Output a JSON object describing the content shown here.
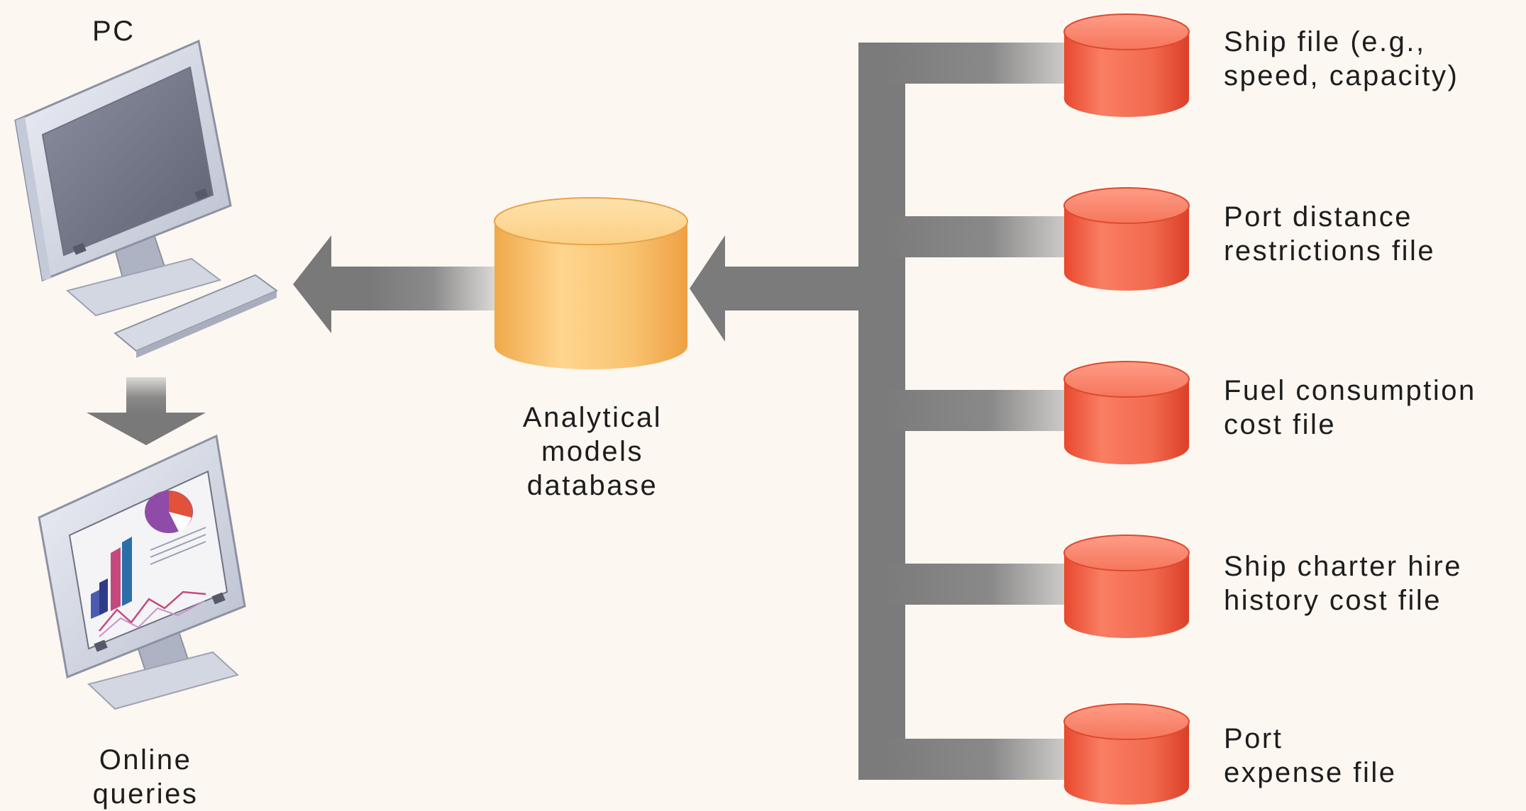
{
  "labels": {
    "pc": "PC",
    "online_queries": [
      "Online",
      "queries"
    ],
    "analytical_db": [
      "Analytical",
      "models",
      "database"
    ]
  },
  "files": [
    {
      "line1": "Ship file (e.g.,",
      "line2": "speed, capacity)"
    },
    {
      "line1": "Port distance",
      "line2": "restrictions file"
    },
    {
      "line1": "Fuel consumption",
      "line2": "cost file"
    },
    {
      "line1": "Ship charter hire",
      "line2": "history cost file"
    },
    {
      "line1": "Port",
      "line2": "expense file"
    }
  ],
  "colors": {
    "background": "#fdf7f1",
    "connector_gray": "#7c7b7b",
    "file_cylinder": "#ee5a3e",
    "analytical_cylinder": "#f5b95a",
    "monitor_frame": "#d7dbe6"
  }
}
